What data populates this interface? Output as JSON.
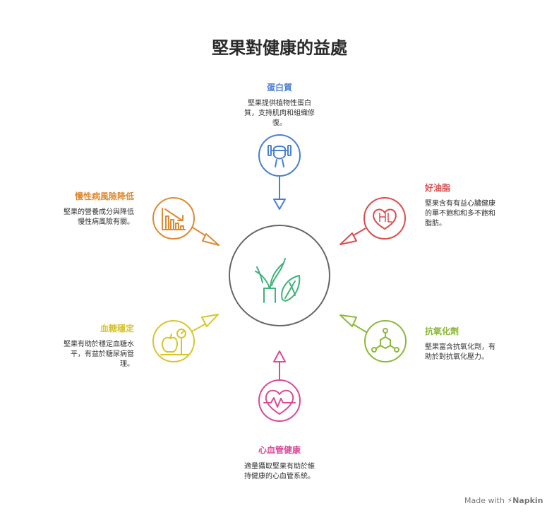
{
  "title": "堅果對健康的益處",
  "center": {
    "icon": "plant-leaves-icon",
    "color": "#555555"
  },
  "nodes": [
    {
      "id": "protein",
      "label": "蛋白質",
      "desc": [
        "堅果提供植物性蛋白",
        "質，支持肌肉和組織修",
        "復。"
      ],
      "color": "#4a7fd4",
      "icon": "dumbbell-fist-icon"
    },
    {
      "id": "fat",
      "label": "好油脂",
      "desc": [
        "堅果含有有益心臟健康",
        "的單不飽和和多不飽和",
        "脂肪。"
      ],
      "color": "#d94c4c",
      "icon": "heart-oil-icon"
    },
    {
      "id": "antioxidant",
      "label": "抗氧化劑",
      "desc": [
        "堅果富含抗氧化劑，有",
        "助於對抗氧化壓力。"
      ],
      "color": "#8db83a",
      "icon": "molecule-icon"
    },
    {
      "id": "cardio",
      "label": "心血管健康",
      "desc": [
        "適量攝取堅果有助於維",
        "持健康的心血管系統。"
      ],
      "color": "#d94a9a",
      "icon": "heartbeat-icon"
    },
    {
      "id": "sugar",
      "label": "血糖穩定",
      "desc": [
        "堅果有助於穩定血糖水",
        "平，有益於糖尿病管",
        "理。"
      ],
      "color": "#d8c52c",
      "icon": "apple-scale-icon"
    },
    {
      "id": "chronic",
      "label": "慢性病風險降低",
      "desc": [
        "堅果的營養成分與降低",
        "慢性病風險有關。"
      ],
      "color": "#dd8a34",
      "icon": "declining-chart-icon"
    }
  ],
  "watermark": {
    "prefix": "Made with",
    "brand": "Napkin"
  }
}
